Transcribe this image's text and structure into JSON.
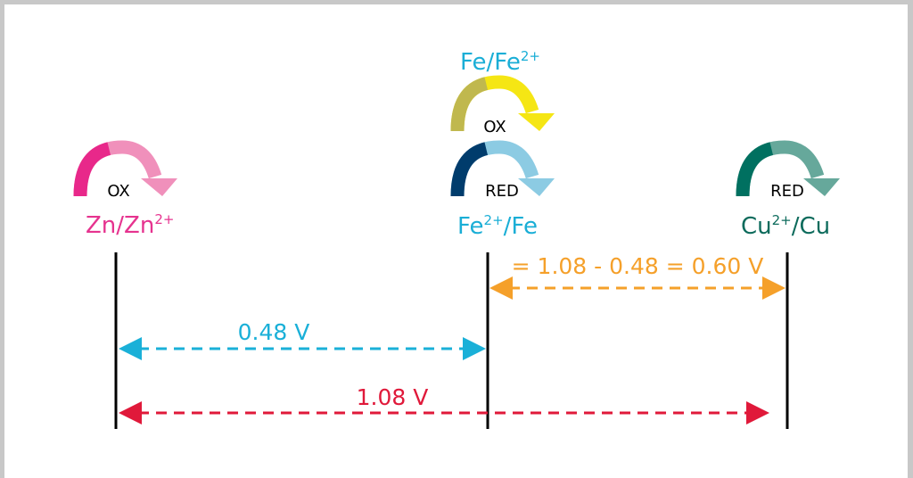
{
  "couples": {
    "zn": {
      "label": "Zn/Zn",
      "sup": "2+",
      "process": "OX",
      "color": "#e6338f",
      "dark": "#e8288a",
      "light": "#f090bb"
    },
    "fe_ox": {
      "label": "Fe/Fe",
      "sup": "2+",
      "process": "OX",
      "color": "#1aaed6",
      "dark": "#c0b84e",
      "light": "#f5e614"
    },
    "fe_red": {
      "label_pre": "Fe",
      "sup": "2+",
      "label_post": "/Fe",
      "process": "RED",
      "color": "#1aaed6",
      "dark": "#003c6c",
      "light": "#8ccbe3"
    },
    "cu_red": {
      "label_pre": "Cu",
      "sup": "2+",
      "label_post": "/Cu",
      "process": "RED",
      "color": "#0d6b5c",
      "dark": "#007060",
      "light": "#66a89b"
    }
  },
  "differences": {
    "zn_fe": {
      "label": "0.48 V",
      "color": "#1ab0d8"
    },
    "fe_cu": {
      "label": "= 1.08 - 0.48 = 0.60 V",
      "color": "#f5a02a"
    },
    "zn_cu": {
      "label": "1.08 V",
      "color": "#e0193a"
    }
  }
}
